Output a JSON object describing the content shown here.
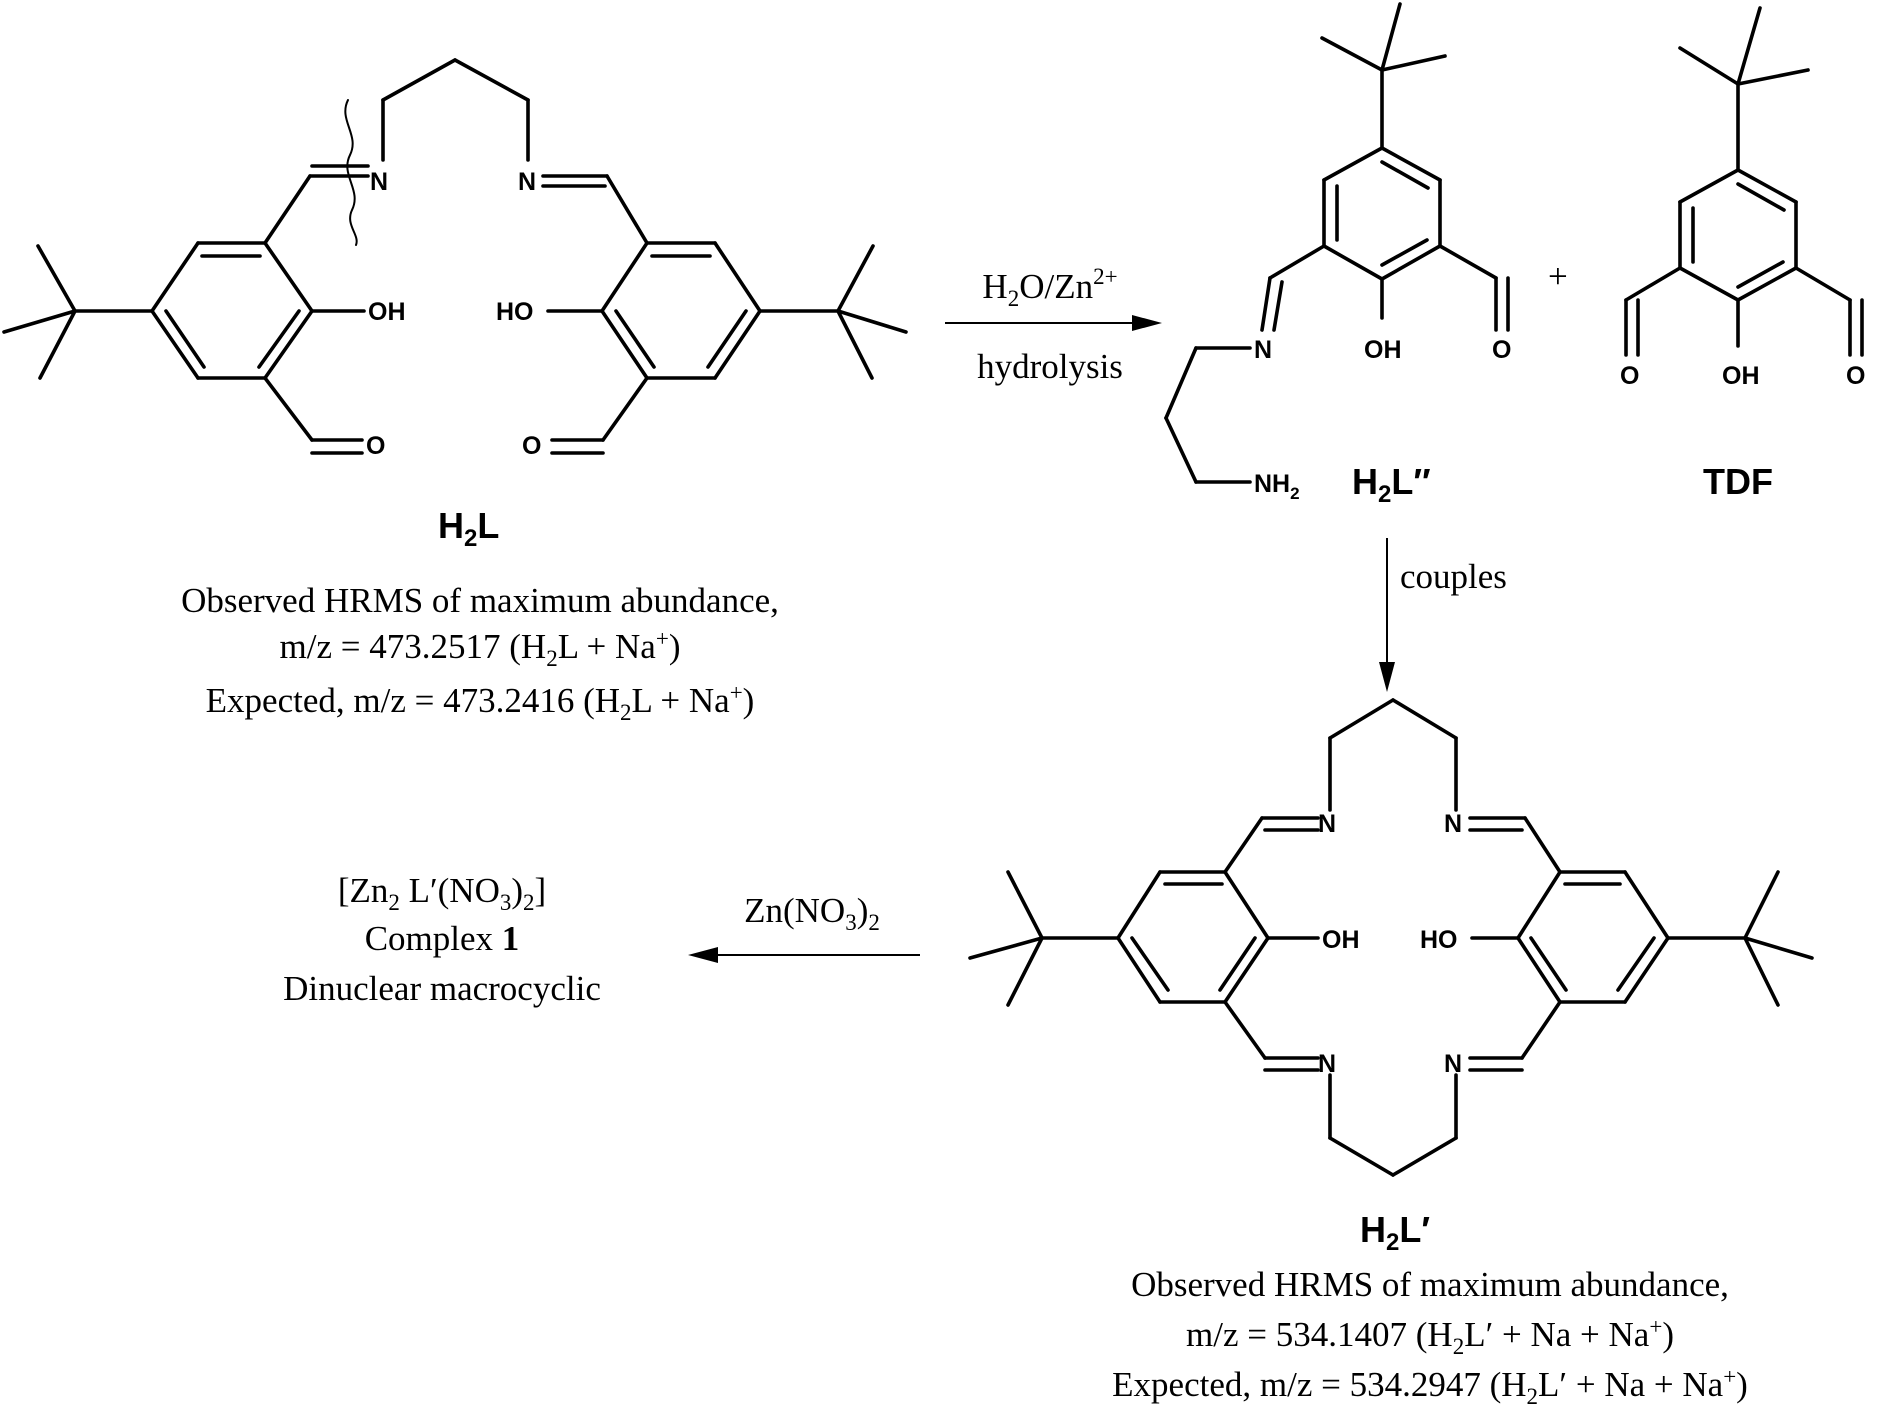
{
  "atoms": {
    "N": "N",
    "OH": "OH",
    "HO": "HO",
    "O": "O",
    "NH": "NH",
    "two": "2"
  },
  "compounds": {
    "h2l": {
      "H": "H",
      "sub": "2",
      "rest": "L"
    },
    "h2l_dprime": {
      "H": "H",
      "sub": "2",
      "rest": "L″"
    },
    "tdf": "TDF",
    "h2l_prime": {
      "H": "H",
      "sub": "2",
      "rest": "L′"
    }
  },
  "arrows": {
    "hydrolysis_reagent": {
      "main": "H",
      "sub": "2",
      "mid": "O/Zn",
      "sup": "2+"
    },
    "hydrolysis_label": "hydrolysis",
    "plus": "+",
    "couples_label": "couples",
    "zn_reagent": {
      "main": "Zn(NO",
      "sub1": "3",
      "end": ")",
      "sub2": "2"
    }
  },
  "h2l_hrms": {
    "line1": "Observed HRMS of maximum abundance,",
    "line2": {
      "a": "m/z = 473.2517 (H",
      "sub": "2",
      "b": "L + Na",
      "sup": "+",
      "c": ")"
    },
    "line3": {
      "a": "Expected, m/z = 473.2416 (H",
      "sub": "2",
      "b": "L + Na",
      "sup": "+",
      "c": ")"
    }
  },
  "h2lp_hrms": {
    "line1": "Observed HRMS of maximum abundance,",
    "line2": {
      "a": "m/z = 534.1407 (H",
      "sub": "2",
      "b": "L′ + Na + Na",
      "sup": "+",
      "c": ")"
    },
    "line3": {
      "a": "Expected, m/z = 534.2947 (H",
      "sub": "2",
      "b": "L′ + Na + Na",
      "sup": "+",
      "c": ")"
    }
  },
  "complex": {
    "formula": {
      "a": "[Zn",
      "sub1": "2",
      "b": " L′(NO",
      "sub2": "3",
      "c": ")",
      "sub3": "2",
      "d": "]"
    },
    "name_prefix": "Complex ",
    "name_number": "1",
    "description": "Dinuclear macrocyclic"
  }
}
